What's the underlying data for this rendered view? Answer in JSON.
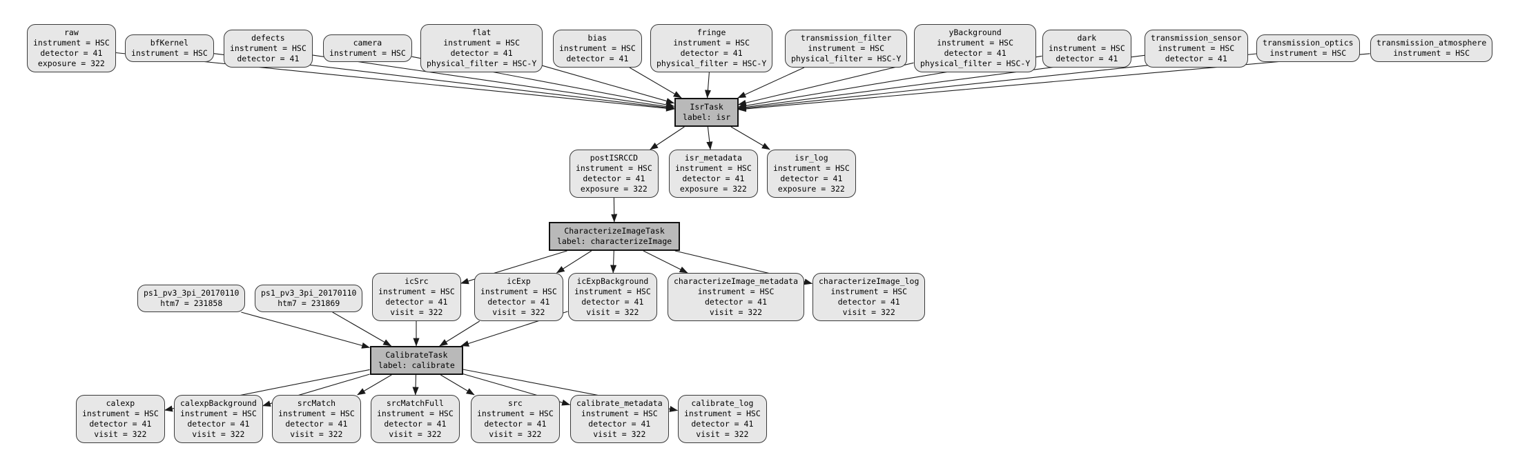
{
  "diagram": {
    "kind": "pipeline-quantum-graph",
    "colors": {
      "dataset_fill": "#e7e7e7",
      "task_fill": "#b9b9b9",
      "border": "#383838",
      "edge": "#1a1a1a",
      "background": "#ffffff"
    },
    "nodes": [
      {
        "id": "raw",
        "type": "dataset",
        "title": "raw",
        "attrs": [
          "instrument = HSC",
          "detector = 41",
          "exposure = 322"
        ]
      },
      {
        "id": "bfKernel",
        "type": "dataset",
        "title": "bfKernel",
        "attrs": [
          "instrument = HSC"
        ]
      },
      {
        "id": "defects",
        "type": "dataset",
        "title": "defects",
        "attrs": [
          "instrument = HSC",
          "detector = 41"
        ]
      },
      {
        "id": "camera",
        "type": "dataset",
        "title": "camera",
        "attrs": [
          "instrument = HSC"
        ]
      },
      {
        "id": "flat",
        "type": "dataset",
        "title": "flat",
        "attrs": [
          "instrument = HSC",
          "detector = 41",
          "physical_filter = HSC-Y"
        ]
      },
      {
        "id": "bias",
        "type": "dataset",
        "title": "bias",
        "attrs": [
          "instrument = HSC",
          "detector = 41"
        ]
      },
      {
        "id": "fringe",
        "type": "dataset",
        "title": "fringe",
        "attrs": [
          "instrument = HSC",
          "detector = 41",
          "physical_filter = HSC-Y"
        ]
      },
      {
        "id": "transmission_filter",
        "type": "dataset",
        "title": "transmission_filter",
        "attrs": [
          "instrument = HSC",
          "physical_filter = HSC-Y"
        ]
      },
      {
        "id": "yBackground",
        "type": "dataset",
        "title": "yBackground",
        "attrs": [
          "instrument = HSC",
          "detector = 41",
          "physical_filter = HSC-Y"
        ]
      },
      {
        "id": "dark",
        "type": "dataset",
        "title": "dark",
        "attrs": [
          "instrument = HSC",
          "detector = 41"
        ]
      },
      {
        "id": "transmission_sensor",
        "type": "dataset",
        "title": "transmission_sensor",
        "attrs": [
          "instrument = HSC",
          "detector = 41"
        ]
      },
      {
        "id": "transmission_optics",
        "type": "dataset",
        "title": "transmission_optics",
        "attrs": [
          "instrument = HSC"
        ]
      },
      {
        "id": "transmission_atmosphere",
        "type": "dataset",
        "title": "transmission_atmosphere",
        "attrs": [
          "instrument = HSC"
        ]
      },
      {
        "id": "IsrTask",
        "type": "task",
        "title": "IsrTask",
        "attrs": [
          "label: isr"
        ]
      },
      {
        "id": "postISRCCD",
        "type": "dataset",
        "title": "postISRCCD",
        "attrs": [
          "instrument = HSC",
          "detector = 41",
          "exposure = 322"
        ]
      },
      {
        "id": "isr_metadata",
        "type": "dataset",
        "title": "isr_metadata",
        "attrs": [
          "instrument = HSC",
          "detector = 41",
          "exposure = 322"
        ]
      },
      {
        "id": "isr_log",
        "type": "dataset",
        "title": "isr_log",
        "attrs": [
          "instrument = HSC",
          "detector = 41",
          "exposure = 322"
        ]
      },
      {
        "id": "CharacterizeImageTask",
        "type": "task",
        "title": "CharacterizeImageTask",
        "attrs": [
          "label: characterizeImage"
        ]
      },
      {
        "id": "ps1_a",
        "type": "dataset",
        "title": "ps1_pv3_3pi_20170110",
        "attrs": [
          "htm7 = 231858"
        ]
      },
      {
        "id": "ps1_b",
        "type": "dataset",
        "title": "ps1_pv3_3pi_20170110",
        "attrs": [
          "htm7 = 231869"
        ]
      },
      {
        "id": "icSrc",
        "type": "dataset",
        "title": "icSrc",
        "attrs": [
          "instrument = HSC",
          "detector = 41",
          "visit = 322"
        ]
      },
      {
        "id": "icExp",
        "type": "dataset",
        "title": "icExp",
        "attrs": [
          "instrument = HSC",
          "detector = 41",
          "visit = 322"
        ]
      },
      {
        "id": "icExpBackground",
        "type": "dataset",
        "title": "icExpBackground",
        "attrs": [
          "instrument = HSC",
          "detector = 41",
          "visit = 322"
        ]
      },
      {
        "id": "characterizeImage_metadata",
        "type": "dataset",
        "title": "characterizeImage_metadata",
        "attrs": [
          "instrument = HSC",
          "detector = 41",
          "visit = 322"
        ]
      },
      {
        "id": "characterizeImage_log",
        "type": "dataset",
        "title": "characterizeImage_log",
        "attrs": [
          "instrument = HSC",
          "detector = 41",
          "visit = 322"
        ]
      },
      {
        "id": "CalibrateTask",
        "type": "task",
        "title": "CalibrateTask",
        "attrs": [
          "label: calibrate"
        ]
      },
      {
        "id": "calexp",
        "type": "dataset",
        "title": "calexp",
        "attrs": [
          "instrument = HSC",
          "detector = 41",
          "visit = 322"
        ]
      },
      {
        "id": "calexpBackground",
        "type": "dataset",
        "title": "calexpBackground",
        "attrs": [
          "instrument = HSC",
          "detector = 41",
          "visit = 322"
        ]
      },
      {
        "id": "srcMatch",
        "type": "dataset",
        "title": "srcMatch",
        "attrs": [
          "instrument = HSC",
          "detector = 41",
          "visit = 322"
        ]
      },
      {
        "id": "srcMatchFull",
        "type": "dataset",
        "title": "srcMatchFull",
        "attrs": [
          "instrument = HSC",
          "detector = 41",
          "visit = 322"
        ]
      },
      {
        "id": "src",
        "type": "dataset",
        "title": "src",
        "attrs": [
          "instrument = HSC",
          "detector = 41",
          "visit = 322"
        ]
      },
      {
        "id": "calibrate_metadata",
        "type": "dataset",
        "title": "calibrate_metadata",
        "attrs": [
          "instrument = HSC",
          "detector = 41",
          "visit = 322"
        ]
      },
      {
        "id": "calibrate_log",
        "type": "dataset",
        "title": "calibrate_log",
        "attrs": [
          "instrument = HSC",
          "detector = 41",
          "visit = 322"
        ]
      }
    ],
    "edges": [
      [
        "raw",
        "IsrTask"
      ],
      [
        "bfKernel",
        "IsrTask"
      ],
      [
        "defects",
        "IsrTask"
      ],
      [
        "camera",
        "IsrTask"
      ],
      [
        "flat",
        "IsrTask"
      ],
      [
        "bias",
        "IsrTask"
      ],
      [
        "fringe",
        "IsrTask"
      ],
      [
        "transmission_filter",
        "IsrTask"
      ],
      [
        "yBackground",
        "IsrTask"
      ],
      [
        "dark",
        "IsrTask"
      ],
      [
        "transmission_sensor",
        "IsrTask"
      ],
      [
        "transmission_optics",
        "IsrTask"
      ],
      [
        "transmission_atmosphere",
        "IsrTask"
      ],
      [
        "IsrTask",
        "postISRCCD"
      ],
      [
        "IsrTask",
        "isr_metadata"
      ],
      [
        "IsrTask",
        "isr_log"
      ],
      [
        "postISRCCD",
        "CharacterizeImageTask"
      ],
      [
        "CharacterizeImageTask",
        "icSrc"
      ],
      [
        "CharacterizeImageTask",
        "icExp"
      ],
      [
        "CharacterizeImageTask",
        "icExpBackground"
      ],
      [
        "CharacterizeImageTask",
        "characterizeImage_metadata"
      ],
      [
        "CharacterizeImageTask",
        "characterizeImage_log"
      ],
      [
        "ps1_a",
        "CalibrateTask"
      ],
      [
        "ps1_b",
        "CalibrateTask"
      ],
      [
        "icSrc",
        "CalibrateTask"
      ],
      [
        "icExp",
        "CalibrateTask"
      ],
      [
        "icExpBackground",
        "CalibrateTask"
      ],
      [
        "CalibrateTask",
        "calexp"
      ],
      [
        "CalibrateTask",
        "calexpBackground"
      ],
      [
        "CalibrateTask",
        "srcMatch"
      ],
      [
        "CalibrateTask",
        "srcMatchFull"
      ],
      [
        "CalibrateTask",
        "src"
      ],
      [
        "CalibrateTask",
        "calibrate_metadata"
      ],
      [
        "CalibrateTask",
        "calibrate_log"
      ]
    ]
  }
}
